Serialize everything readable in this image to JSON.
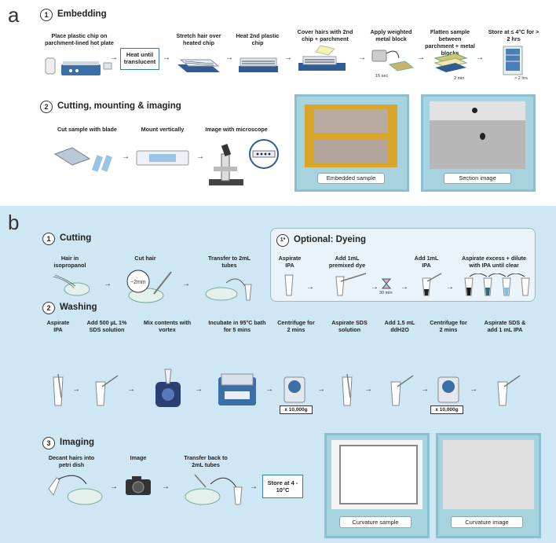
{
  "panel_a": {
    "letter": "a",
    "step1": {
      "num": "1",
      "title": "Embedding"
    },
    "step1_labels": [
      "Place plastic chip on parchment-lined hot plate",
      "Heat until translucent",
      "Stretch hair over heated  chip",
      "Heat 2nd plastic chip",
      "Cover hairs with 2nd chip + parchment",
      "Apply weighted metal block",
      "Flatten sample between parchment + metal blocks",
      "Store at ≤ 4°C for > 2 hrs"
    ],
    "timers": {
      "t1": "15 sec",
      "t2": "2 min",
      "t3": "> 2 hrs"
    },
    "step2": {
      "num": "2",
      "title": "Cutting, mounting & imaging"
    },
    "step2_labels": [
      "Cut sample with blade",
      "Mount vertically",
      "Image with microscope"
    ],
    "captions": {
      "embedded": "Embedded sample",
      "section": "Section image"
    }
  },
  "panel_b": {
    "letter": "b",
    "cutting": {
      "num": "1",
      "title": "Cutting"
    },
    "cutting_labels": [
      "Hair in isopropanol",
      "Cut hair",
      "Transfer to 2mL tubes"
    ],
    "cut_size": "~2mm",
    "dyeing": {
      "num": "1*",
      "title": "Optional: Dyeing"
    },
    "dyeing_labels": [
      "Aspirate IPA",
      "Add 1mL premixed dye",
      "Add 1mL IPA",
      "Aspirate excess + dilute with IPA until clear"
    ],
    "dye_timer": "30 min",
    "washing": {
      "num": "2",
      "title": "Washing"
    },
    "washing_labels": [
      "Aspirate IPA",
      "Add 500 µL 1% SDS solution",
      "Mix contents with vortex",
      "Incubate in 95°C bath for 5 mins",
      "Centrifuge for 2 mins",
      "Aspirate SDS solution",
      "Add 1.5 mL ddH2O",
      "Centrifuge for 2 mins",
      "Aspirate SDS & add 1 mL IPA"
    ],
    "g_force": "x 10,000g",
    "imaging": {
      "num": "3",
      "title": "Imaging"
    },
    "imaging_labels": [
      "Decant hairs into petri dish",
      "Image",
      "Transfer back to 2mL tubes"
    ],
    "store": "Store at 4 - 10°C",
    "captions": {
      "curvature_sample": "Curvature sample",
      "curvature_image": "Curvature image"
    }
  },
  "colors": {
    "panel_b_bg": "#cfe6f5",
    "frame": "#8bbfd1",
    "accent": "#3a7ab3"
  }
}
